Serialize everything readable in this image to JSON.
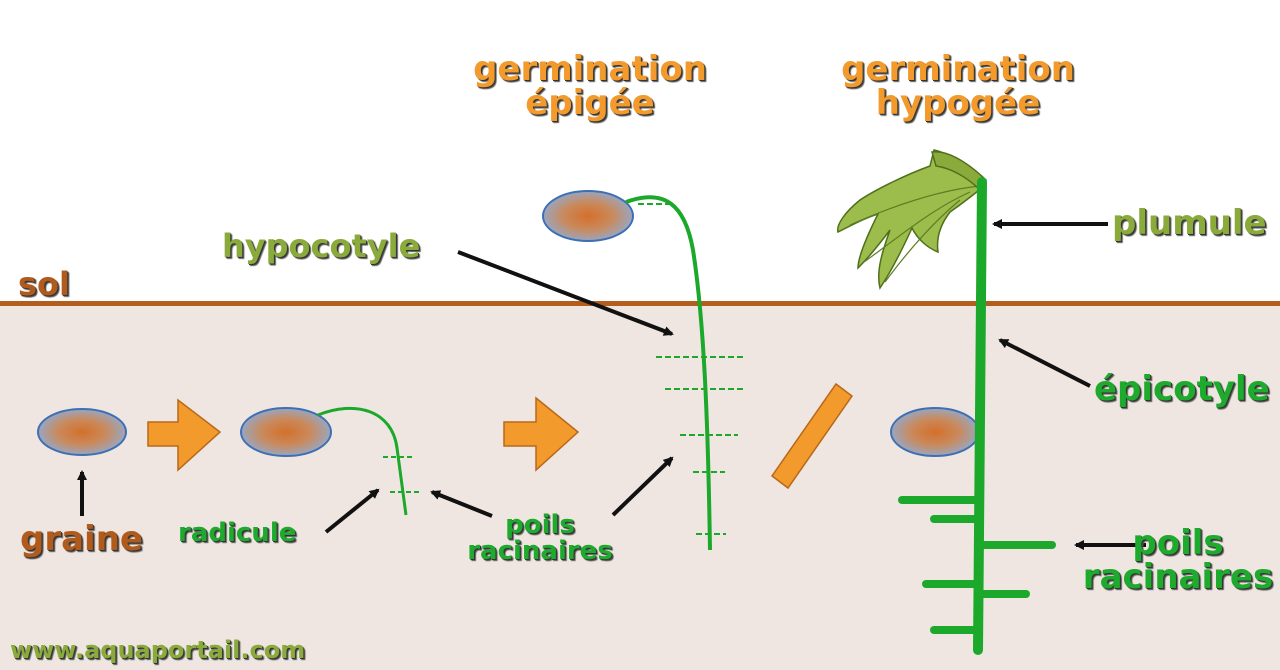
{
  "colors": {
    "soil": "#efe6e1",
    "soil_line": "#b35e1c",
    "stem": "#1ca82a",
    "arrow_orange": "#f39a2c",
    "seed_center": "#d4702a",
    "seed_edge": "#3d6fb4",
    "plumule": "#9cbd4c"
  },
  "titles": {
    "epigee": {
      "line1": "germination",
      "line2": "épigée"
    },
    "hypogee": {
      "line1": "germination",
      "line2": "hypogée"
    }
  },
  "labels": {
    "sol": "sol",
    "graine": "graine",
    "radicule": "radicule",
    "hypocotyle": "hypocotyle",
    "poils_center": {
      "line1": "poils",
      "line2": "racinaires"
    },
    "plumule": "plumule",
    "epicotyle": "épicotyle",
    "poils_right": {
      "line1": "poils",
      "line2": "racinaires"
    }
  },
  "footer": {
    "url": "www.aquaportail.com"
  }
}
